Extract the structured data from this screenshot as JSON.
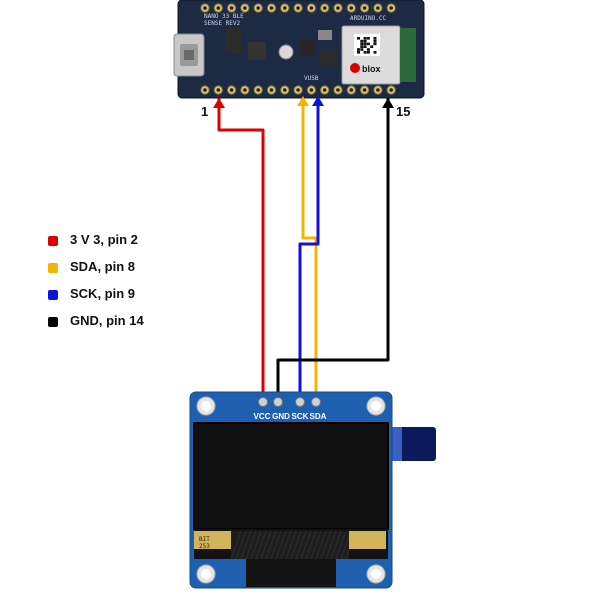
{
  "arduino": {
    "pin_first_label": "1",
    "pin_last_label": "15",
    "silkscreen_left": "NANO 33 BLE\nSENSE REV2",
    "silkscreen_right": "ARDUINO.CC",
    "silkscreen_vusb": "VUSB",
    "module_brand": "blox"
  },
  "oled": {
    "pins": [
      "VCC",
      "GND",
      "SCK",
      "SDA"
    ],
    "flex_text": "BIT\n253"
  },
  "legend": [
    {
      "label": "3 V 3, pin 2",
      "color": "#e00000"
    },
    {
      "label": "SDA, pin 8",
      "color": "#f5b400"
    },
    {
      "label": "SCK, pin 9",
      "color": "#1010e0"
    },
    {
      "label": "GND, pin 14",
      "color": "#000000"
    }
  ],
  "colors": {
    "vcc_wire": "#e00000",
    "sda_wire": "#f5b400",
    "sck_wire": "#1010e0",
    "gnd_wire": "#000000",
    "board_pcb": "#1c2a44",
    "oled_pcb": "#1f5fb0"
  }
}
